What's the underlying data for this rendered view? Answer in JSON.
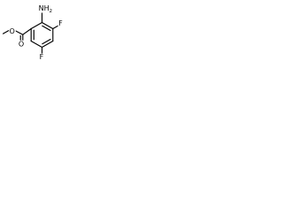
{
  "molecule": {
    "atoms": {
      "amine": "NH",
      "amine_subscript": "2",
      "fluorine_top": "F",
      "fluorine_bottom": "F",
      "carbonyl_oxygen": "O",
      "ester_oxygen": "O"
    },
    "colors": {
      "bond": "#000000",
      "label": "#000000",
      "background": "#ffffff"
    }
  }
}
